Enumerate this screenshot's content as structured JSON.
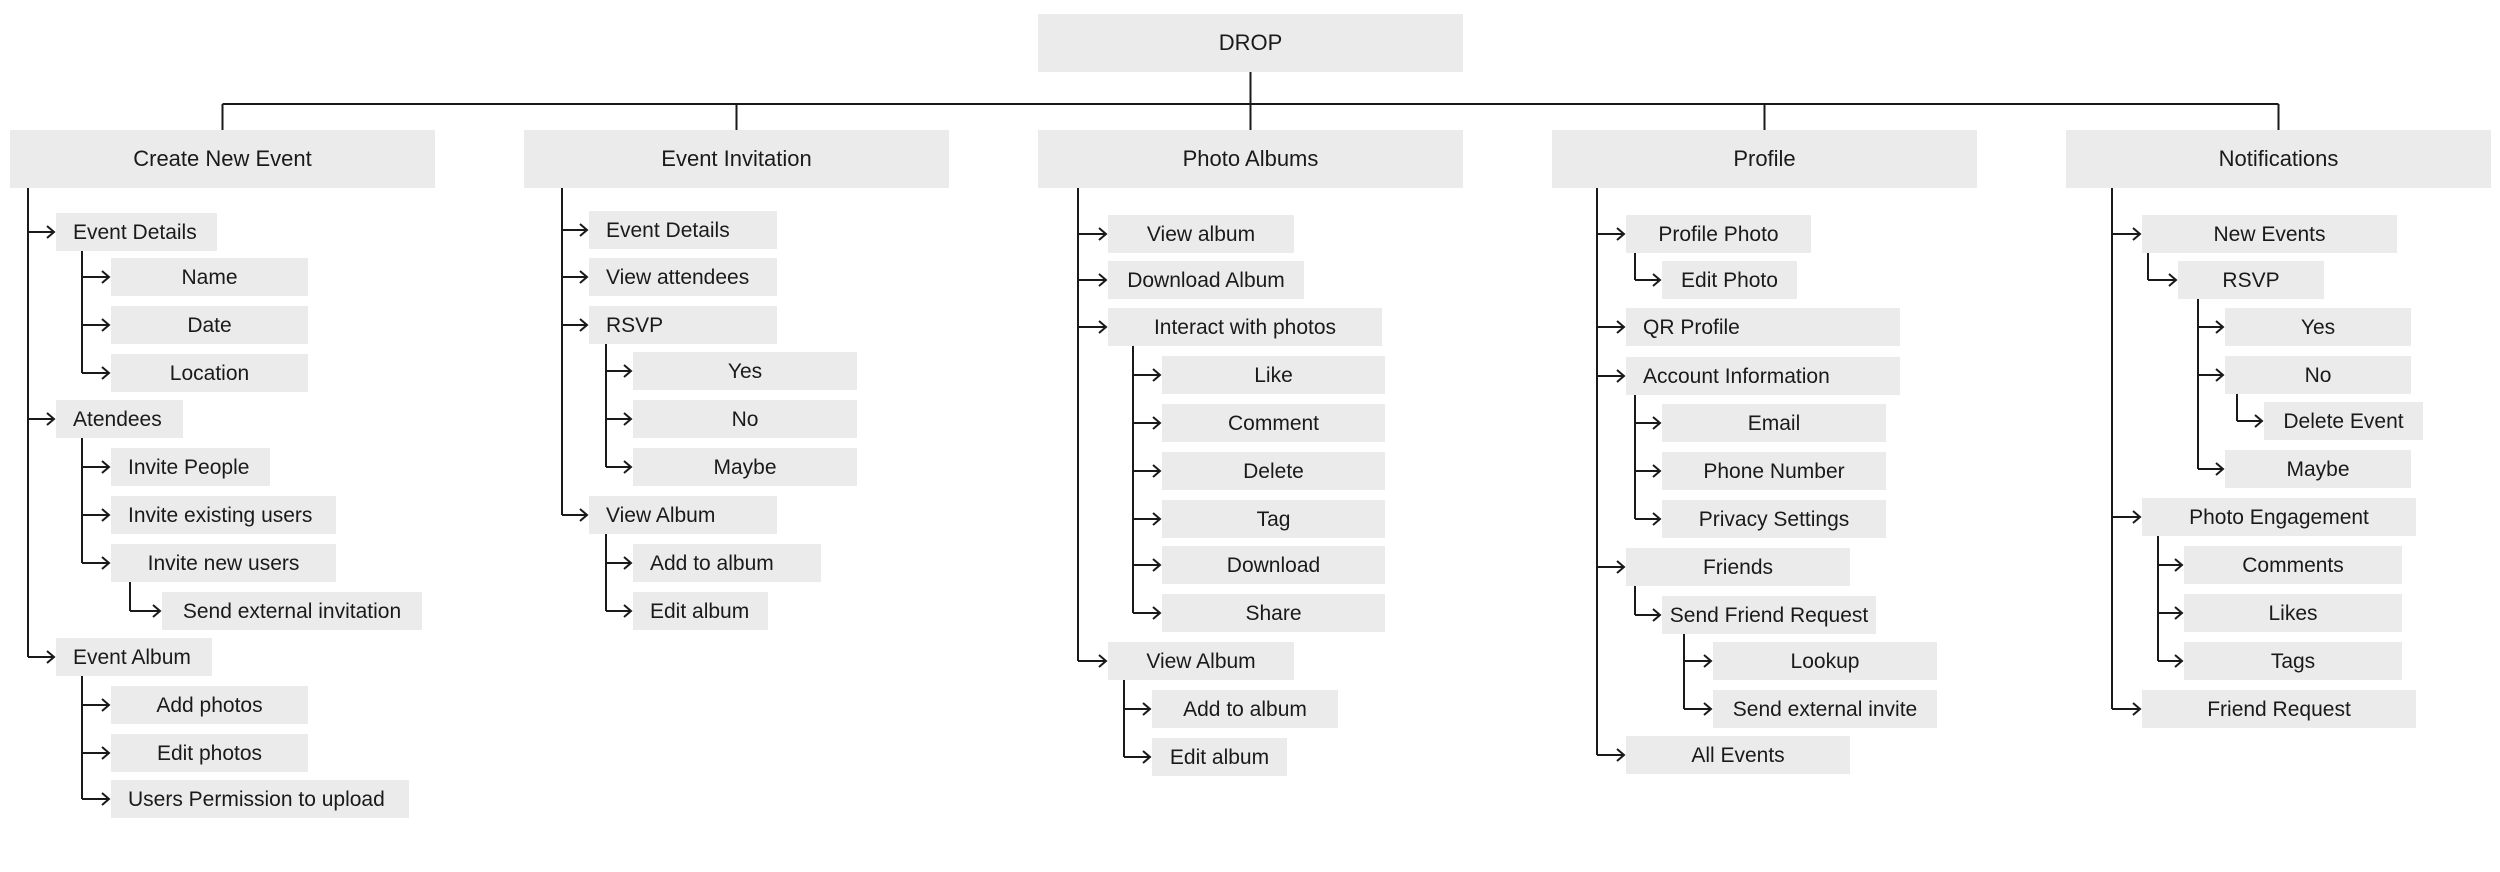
{
  "diagram": {
    "colors": {
      "node_fill": "#ebebeb",
      "line": "#1a1a1a",
      "text": "#1a1a1a",
      "background": "#ffffff"
    },
    "root": "DROP",
    "sections": [
      {
        "title": "Create New Event",
        "items": [
          {
            "label": "Event Details",
            "children": [
              {
                "label": "Name"
              },
              {
                "label": "Date"
              },
              {
                "label": "Location"
              }
            ]
          },
          {
            "label": "Atendees",
            "children": [
              {
                "label": "Invite People"
              },
              {
                "label": "Invite existing users"
              },
              {
                "label": "Invite new users",
                "children": [
                  {
                    "label": "Send external invitation"
                  }
                ]
              }
            ]
          },
          {
            "label": "Event Album",
            "children": [
              {
                "label": "Add photos"
              },
              {
                "label": "Edit photos"
              },
              {
                "label": "Users Permission to upload"
              }
            ]
          }
        ]
      },
      {
        "title": "Event Invitation",
        "items": [
          {
            "label": "Event Details"
          },
          {
            "label": "View attendees"
          },
          {
            "label": "RSVP",
            "children": [
              {
                "label": "Yes"
              },
              {
                "label": "No"
              },
              {
                "label": "Maybe"
              }
            ]
          },
          {
            "label": "View Album",
            "children": [
              {
                "label": "Add to album"
              },
              {
                "label": "Edit album"
              }
            ]
          }
        ]
      },
      {
        "title": "Photo Albums",
        "items": [
          {
            "label": "View album"
          },
          {
            "label": "Download Album"
          },
          {
            "label": "Interact with photos",
            "children": [
              {
                "label": "Like"
              },
              {
                "label": "Comment"
              },
              {
                "label": "Delete"
              },
              {
                "label": "Tag"
              },
              {
                "label": "Download"
              },
              {
                "label": "Share"
              }
            ]
          },
          {
            "label": "View Album",
            "children": [
              {
                "label": "Add to album"
              },
              {
                "label": "Edit album"
              }
            ]
          }
        ]
      },
      {
        "title": "Profile",
        "items": [
          {
            "label": "Profile Photo",
            "children": [
              {
                "label": "Edit Photo"
              }
            ]
          },
          {
            "label": "QR Profile"
          },
          {
            "label": "Account Information",
            "children": [
              {
                "label": "Email"
              },
              {
                "label": "Phone Number"
              },
              {
                "label": "Privacy Settings"
              }
            ]
          },
          {
            "label": "Friends",
            "children": [
              {
                "label": "Send Friend Request",
                "children": [
                  {
                    "label": "Lookup"
                  },
                  {
                    "label": "Send external invite"
                  }
                ]
              }
            ]
          },
          {
            "label": "All Events"
          }
        ]
      },
      {
        "title": "Notifications",
        "items": [
          {
            "label": "New Events",
            "children": [
              {
                "label": "RSVP",
                "children": [
                  {
                    "label": "Yes"
                  },
                  {
                    "label": "No",
                    "children": [
                      {
                        "label": "Delete Event"
                      }
                    ]
                  },
                  {
                    "label": "Maybe"
                  }
                ]
              }
            ]
          },
          {
            "label": "Photo Engagement",
            "children": [
              {
                "label": "Comments"
              },
              {
                "label": "Likes"
              },
              {
                "label": "Tags"
              }
            ]
          },
          {
            "label": "Friend Request"
          }
        ]
      }
    ]
  }
}
